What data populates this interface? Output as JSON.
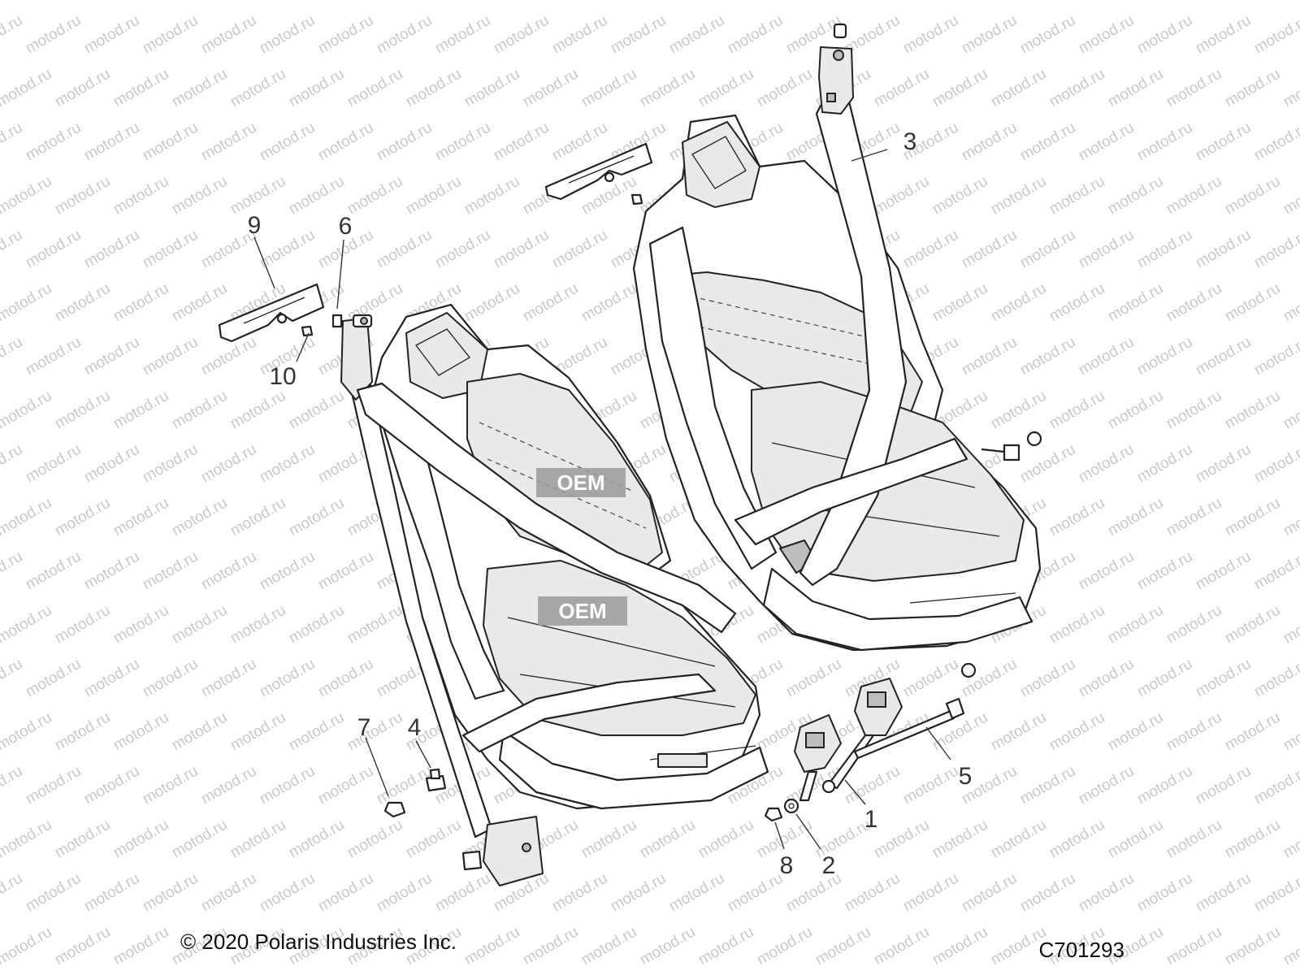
{
  "watermark": {
    "text": "motod.ru",
    "color": "#c9c9c9"
  },
  "oem_badge": {
    "text": "OEM"
  },
  "callouts": [
    {
      "id": "1",
      "label": "1"
    },
    {
      "id": "2",
      "label": "2"
    },
    {
      "id": "3",
      "label": "3"
    },
    {
      "id": "4",
      "label": "4"
    },
    {
      "id": "5",
      "label": "5"
    },
    {
      "id": "6",
      "label": "6"
    },
    {
      "id": "7",
      "label": "7"
    },
    {
      "id": "8",
      "label": "8"
    },
    {
      "id": "9",
      "label": "9"
    },
    {
      "id": "10",
      "label": "10"
    }
  ],
  "footer": {
    "copyright": "© 2020 Polaris Industries Inc.",
    "diagram_code": "C701293"
  }
}
